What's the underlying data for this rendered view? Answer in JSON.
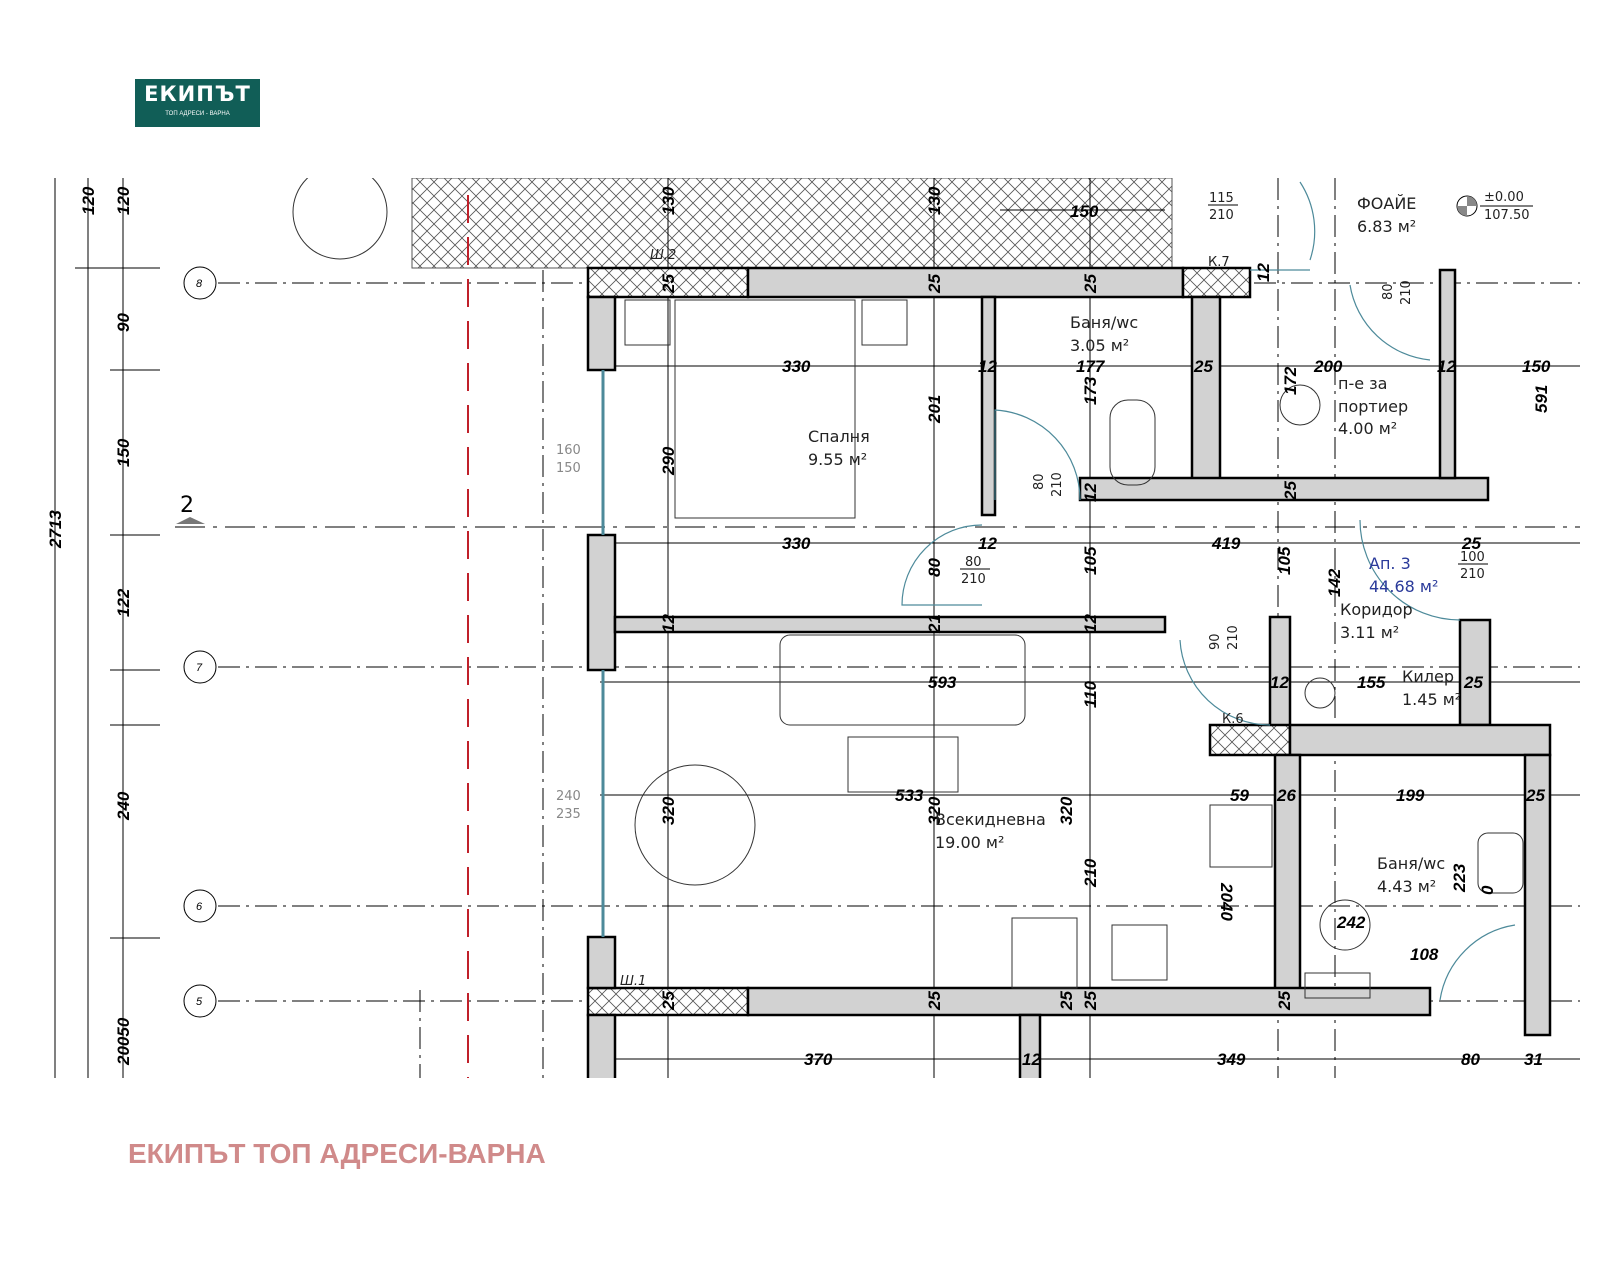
{
  "logo": {
    "word": "ЕКИПЪТ",
    "tagline": "ТОП АДРЕСИ - ВАРНА",
    "background": "#115e57"
  },
  "footer": {
    "text": "ЕКИПЪТ ТОП АДРЕСИ-ВАРНА",
    "color": "#d08a8a"
  },
  "plan": {
    "apartment": {
      "name": "Ап. 3",
      "area": "44.68  м²"
    },
    "level": {
      "relative": "±0.00",
      "absolute": "107.50"
    },
    "section_marker": "2",
    "axes": [
      "8",
      "7",
      "6",
      "5"
    ],
    "rooms": [
      {
        "name": "Спалня",
        "area": "9.55  м²"
      },
      {
        "name": "Баня/wc",
        "area": "3.05  м²"
      },
      {
        "name": "ФОАЙЕ",
        "area": "6.83  м²"
      },
      {
        "name": "п-е за",
        "name2": "портиер",
        "area": "4.00  м²"
      },
      {
        "name": "Коридор",
        "area": "3.11  м²"
      },
      {
        "name": "Килер",
        "area": "1.45  м²"
      },
      {
        "name": "Всекидневна",
        "area": "19.00  м²"
      },
      {
        "name": "Баня/wc",
        "area": "4.43  м²"
      }
    ],
    "wall_tags": [
      "Ш.2",
      "К.7",
      "К.6",
      "Ш.1"
    ],
    "door_sizes": [
      {
        "w": "115",
        "h": "210"
      },
      {
        "w": "80",
        "h": "210"
      },
      {
        "w": "80",
        "h": "210"
      },
      {
        "w": "80",
        "h": "210"
      },
      {
        "w": "100",
        "h": "210"
      },
      {
        "w": "90",
        "h": "210"
      }
    ],
    "window_sizes": [
      {
        "w": "160",
        "h": "150"
      },
      {
        "w": "240",
        "h": "235"
      }
    ],
    "left_dims": [
      "120",
      "120",
      "90",
      "150",
      "122",
      "240",
      "2713",
      "20050"
    ],
    "horizontal_dims": [
      "150",
      "330",
      "12",
      "177",
      "25",
      "200",
      "12",
      "150",
      "330",
      "12",
      "419",
      "25",
      "593",
      "12",
      "155",
      "25",
      "533",
      "59",
      "26",
      "199",
      "25",
      "242",
      "108",
      "370",
      "12",
      "349",
      "80",
      "31"
    ],
    "vertical_dims": [
      "130",
      "130",
      "25",
      "25",
      "25",
      "12",
      "201",
      "173",
      "172",
      "591",
      "290",
      "12",
      "25",
      "80",
      "105",
      "105",
      "142",
      "12",
      "21",
      "12",
      "110",
      "320",
      "320",
      "320",
      "210",
      "2040",
      "223",
      "0",
      "25",
      "25",
      "25",
      "25",
      "25"
    ]
  }
}
